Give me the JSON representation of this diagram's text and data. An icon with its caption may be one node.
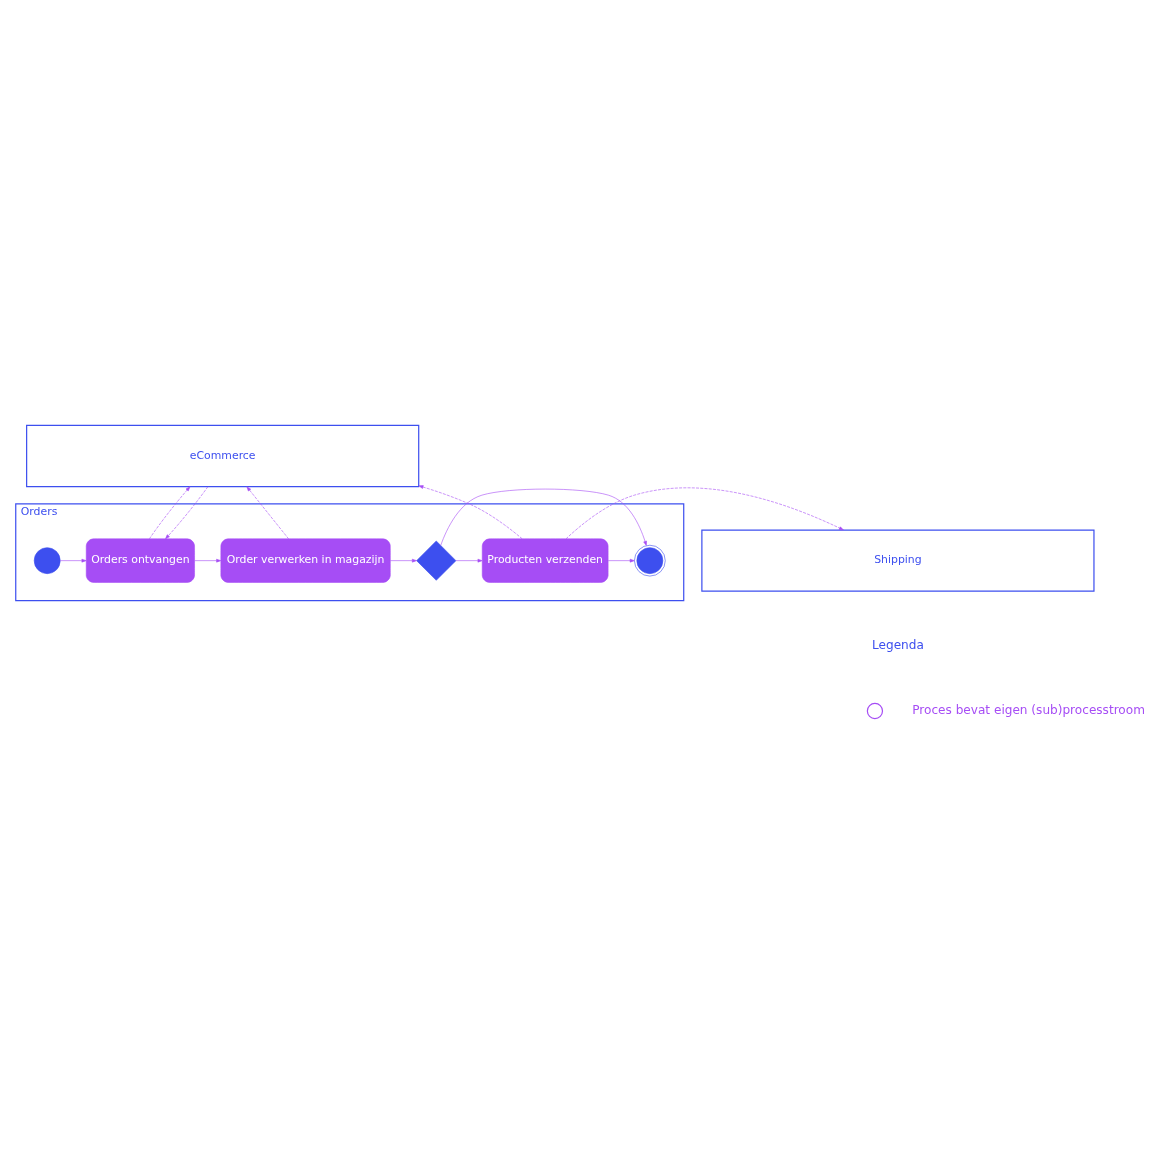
{
  "diagram": {
    "nodes": [
      {
        "text": [
          "eCommerce"
        ]
      },
      {
        "text": [
          "Orders"
        ]
      },
      {
        "text": [],
        "shape": "circle",
        "in": 1
      },
      {
        "text": [
          "Orders ontvangen"
        ],
        "in": 1
      },
      {
        "text": [
          "Order verwerken in magazijn"
        ],
        "in": 1
      },
      {
        "text": [],
        "shape": "diamond",
        "in": 1
      },
      {
        "text": [
          "Producten verzenden"
        ],
        "in": 1
      },
      {
        "text": [],
        "shape": "circle",
        "in": 1
      },
      {
        "text": [
          "Shipping"
        ]
      }
    ],
    "edges": [
      {
        "from": 0,
        "to": 3,
        "arrow": "to",
        "style": "dashed"
      },
      {
        "from": 3,
        "to": 0,
        "arrow": "to",
        "style": "dashed"
      },
      {
        "from": 4,
        "to": 0,
        "arrow": "to",
        "style": "dashed"
      },
      {
        "from": 6,
        "to": 0,
        "arrow": "to",
        "style": "dashed"
      },
      {
        "from": 6,
        "to": 8,
        "arrow": "to",
        "style": "dashed"
      },
      {
        "from": 2,
        "to": 3,
        "arrow": "to"
      },
      {
        "from": 3,
        "to": 4,
        "arrow": "to"
      },
      {
        "from": 4,
        "to": 5,
        "arrow": "to"
      },
      {
        "from": 5,
        "to": 6,
        "arrow": "to"
      },
      {
        "from": 6,
        "to": 7,
        "arrow": "to"
      },
      {
        "from": 5,
        "to": 7,
        "arrow": "to"
      }
    ],
    "labels": [
      "Legenda"
    ],
    "legend": [
      {
        "text": "Proces bevat eigen (sub)processtroom"
      }
    ]
  }
}
